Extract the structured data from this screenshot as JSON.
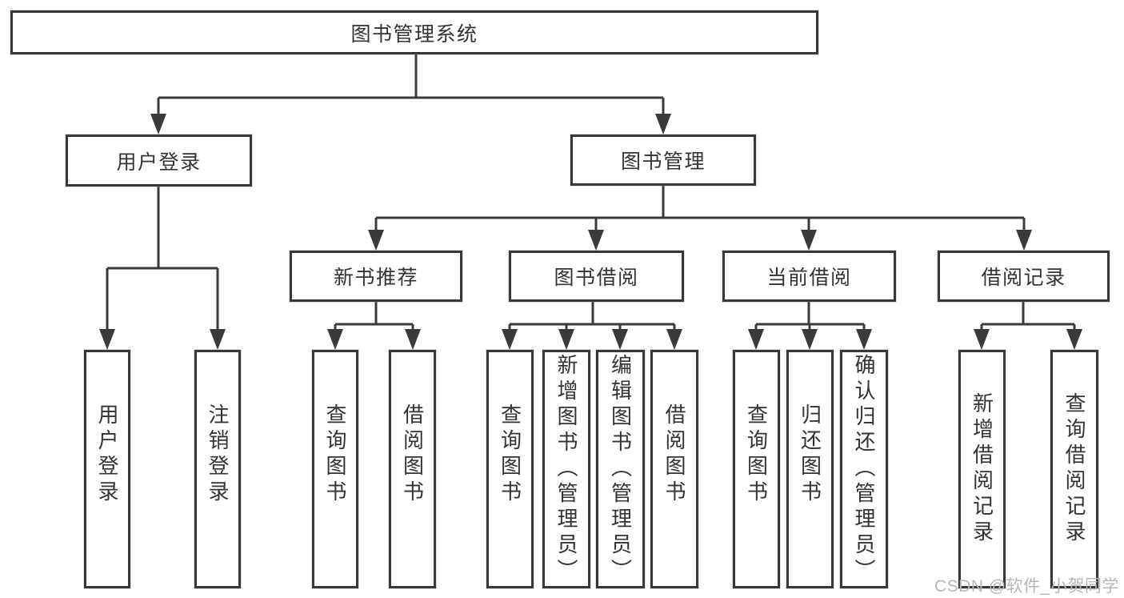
{
  "tree": {
    "label": "图书管理系统",
    "children": [
      {
        "label": "用户登录",
        "children": [
          {
            "label": "用户登录"
          },
          {
            "label": "注销登录"
          }
        ]
      },
      {
        "label": "图书管理",
        "children": [
          {
            "label": "新书推荐",
            "children": [
              {
                "label": "查询图书"
              },
              {
                "label": "借阅图书"
              }
            ]
          },
          {
            "label": "图书借阅",
            "children": [
              {
                "label": "查询图书"
              },
              {
                "label": "新增图书（管理员）"
              },
              {
                "label": "编辑图书（管理员）"
              },
              {
                "label": "借阅图书"
              }
            ]
          },
          {
            "label": "当前借阅",
            "children": [
              {
                "label": "查询图书"
              },
              {
                "label": "归还图书"
              },
              {
                "label": "确认归还（管理员）"
              }
            ]
          },
          {
            "label": "借阅记录",
            "children": [
              {
                "label": "新增借阅记录"
              },
              {
                "label": "查询借阅记录"
              }
            ]
          }
        ]
      }
    ]
  },
  "watermark": {
    "text": "CSDN @软件_小贺同学"
  },
  "colors": {
    "line": "#3a3a3a",
    "text": "#333333",
    "background": "#ffffff",
    "watermark": "#b7b7ba"
  }
}
